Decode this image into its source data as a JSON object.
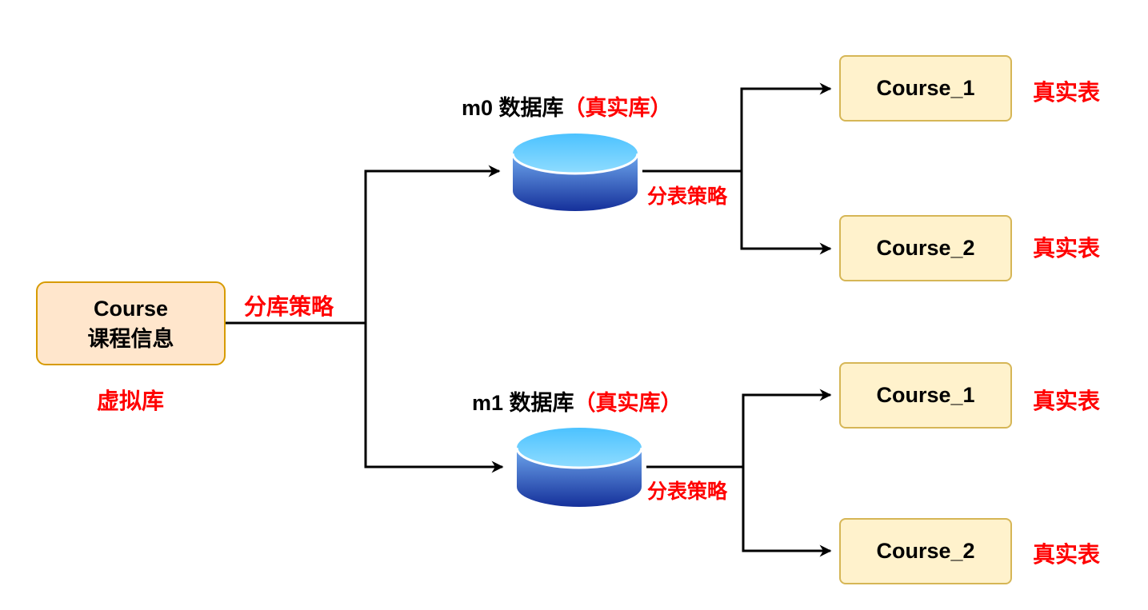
{
  "source": {
    "line1": "Course",
    "line2": "课程信息",
    "caption": "虚拟库"
  },
  "db_strategy": "分库策略",
  "databases": [
    {
      "name": "m0 数据库",
      "note": "（真实库）",
      "table_strategy": "分表策略",
      "tables": [
        {
          "name": "Course_1",
          "caption": "真实表"
        },
        {
          "name": "Course_2",
          "caption": "真实表"
        }
      ]
    },
    {
      "name": "m1 数据库",
      "note": "（真实库）",
      "table_strategy": "分表策略",
      "tables": [
        {
          "name": "Course_1",
          "caption": "真实表"
        },
        {
          "name": "Course_2",
          "caption": "真实表"
        }
      ]
    }
  ],
  "colors": {
    "source_fill": "#ffe6cc",
    "source_border": "#d79b00",
    "table_fill": "#fff2cc",
    "table_border": "#d6b656",
    "db_top": "#66ccff",
    "db_bottom": "#1a3fa0",
    "label_red": "#ff0000"
  }
}
